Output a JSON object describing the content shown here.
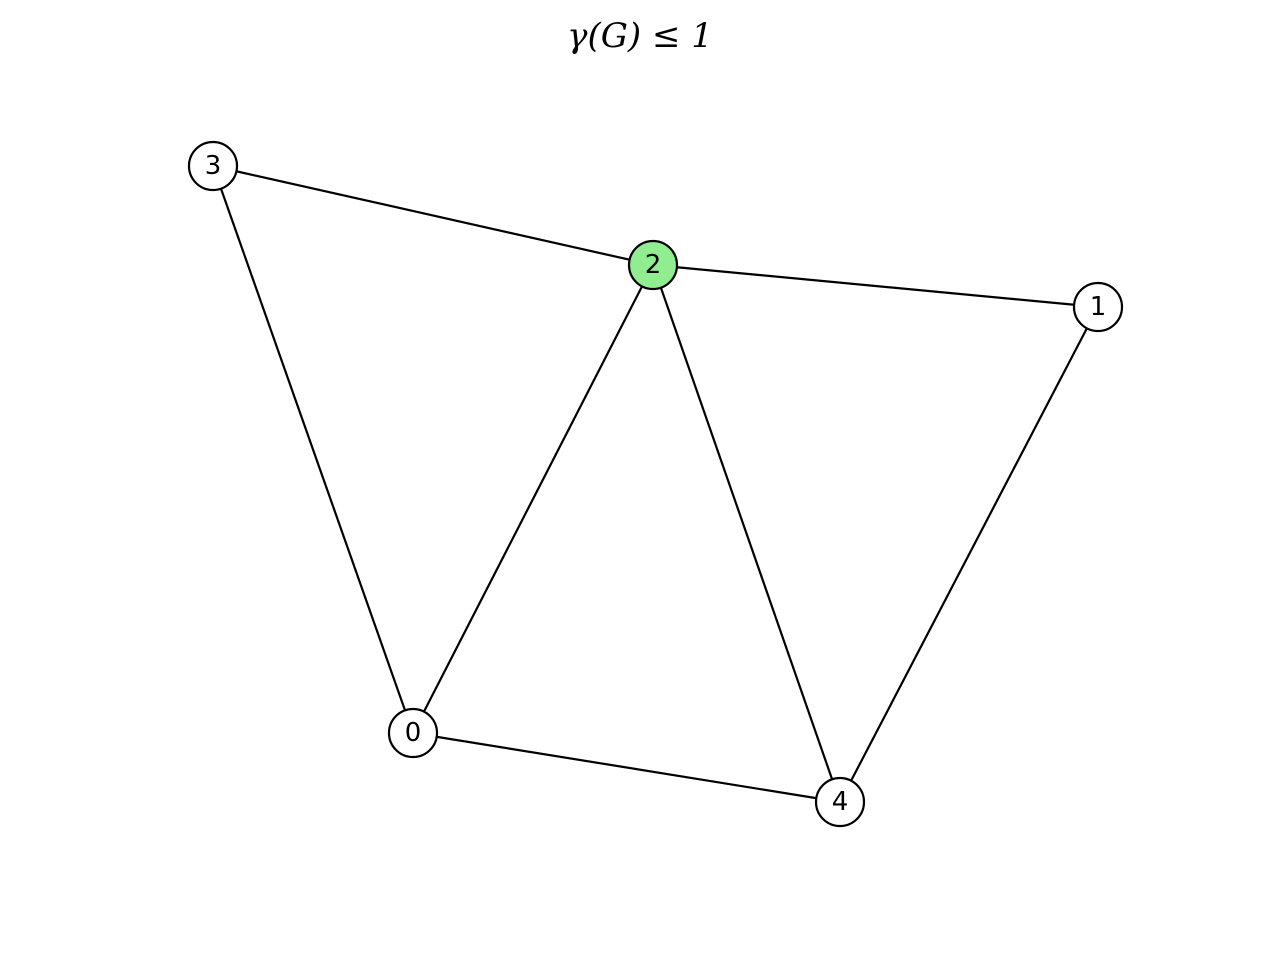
{
  "title": "γ(G) ≤ 1",
  "colors": {
    "edge": "#000000",
    "node_fill": "#ffffff",
    "highlight_fill": "#90ee90",
    "node_stroke": "#000000"
  },
  "graph": {
    "nodes": [
      {
        "id": "0",
        "label": "0",
        "highlighted": false
      },
      {
        "id": "1",
        "label": "1",
        "highlighted": false
      },
      {
        "id": "2",
        "label": "2",
        "highlighted": true
      },
      {
        "id": "3",
        "label": "3",
        "highlighted": false
      },
      {
        "id": "4",
        "label": "4",
        "highlighted": false
      }
    ],
    "edges": [
      {
        "source": "3",
        "target": "2"
      },
      {
        "source": "3",
        "target": "0"
      },
      {
        "source": "2",
        "target": "1"
      },
      {
        "source": "2",
        "target": "0"
      },
      {
        "source": "2",
        "target": "4"
      },
      {
        "source": "1",
        "target": "4"
      },
      {
        "source": "0",
        "target": "4"
      }
    ]
  }
}
